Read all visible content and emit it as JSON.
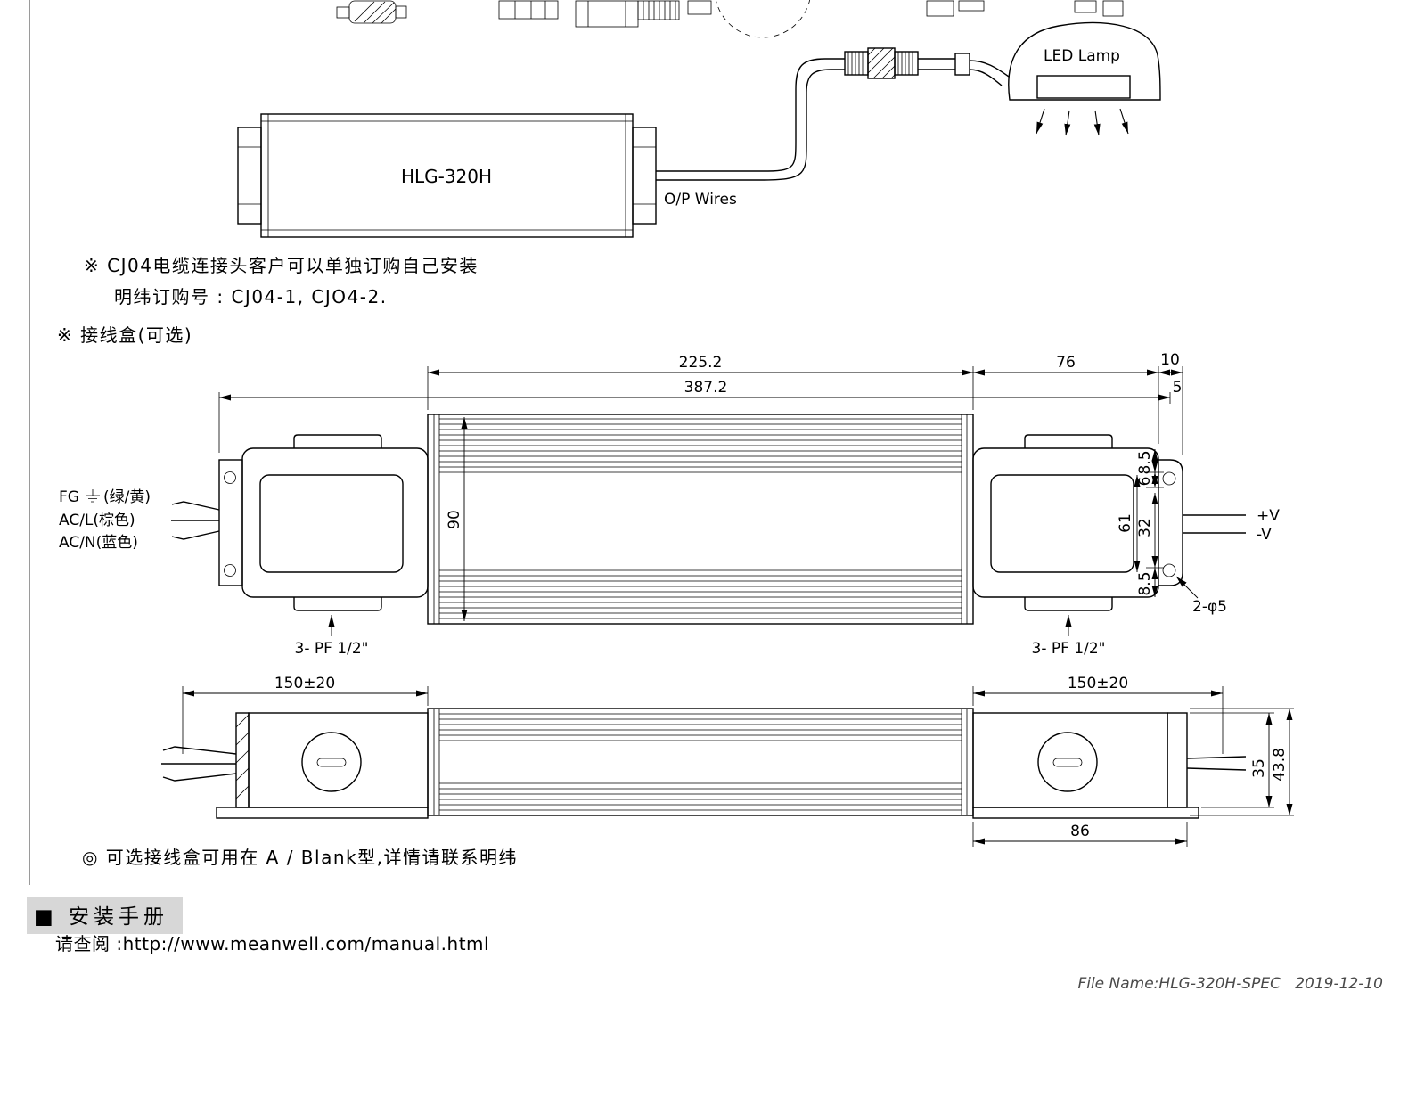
{
  "install": {
    "device_label": "HLG-320H",
    "op_wires": "O/P Wires",
    "led_lamp": "LED Lamp"
  },
  "notes": {
    "cj04_line1": "※ CJ04电缆连接头客户可以单独订购自己安装",
    "cj04_line2": "明纬订购号 : CJ04-1, CJO4-2.",
    "junction_box_title": "※ 接线盒(可选)",
    "optional_note": "◎ 可选接线盒可用在 A / Blank型,详情请联系明纬",
    "manual_heading": "■ 安装手册",
    "manual_note": "请查阅 :http://www.meanwell.com/manual.html",
    "footer": "File Name:HLG-320H-SPEC   2019-12-10"
  },
  "front_view": {
    "dim_body_length": "225.2",
    "dim_total_length": "387.2",
    "dim_box_width": "76",
    "dim_bracket": "10",
    "dim_5": "5",
    "dim_height": "90",
    "dim_61": "61",
    "dim_32": "32",
    "dim_85_top": "8.5",
    "dim_6": "6",
    "dim_85_bottom": "8.5",
    "dim_holes": "2-φ5",
    "pf_left": "3- PF 1/2\"",
    "pf_right": "3- PF 1/2\"",
    "wire_fg_prefix": "FG",
    "wire_fg_suffix": "(绿/黄)",
    "wire_acl": "AC/L(棕色)",
    "wire_acn": "AC/N(蓝色)",
    "out_pos": "+V",
    "out_neg": "-V"
  },
  "side_view": {
    "dim_wire_left": "150±20",
    "dim_wire_right": "150±20",
    "dim_35": "35",
    "dim_438": "43.8",
    "dim_86": "86"
  }
}
